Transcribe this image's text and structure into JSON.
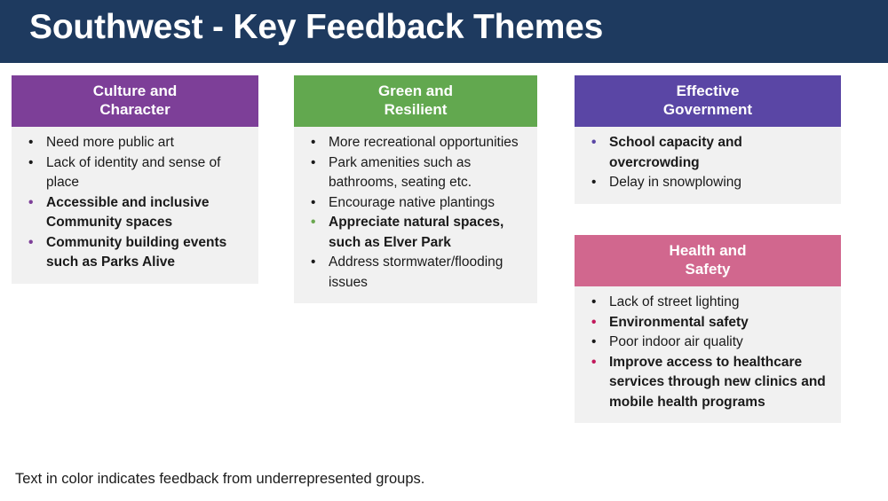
{
  "slide": {
    "title": "Southwest  - Key Feedback Themes",
    "footnote": "Text in color indicates feedback from underrepresented groups.",
    "colors": {
      "title_bar": "#1e3a5f",
      "card_body": "#f1f1f1",
      "culture": "#7d3f98",
      "green": "#62a84f",
      "government": "#5a46a5",
      "health": "#d1678e",
      "highlight_purple": "#7d3f98",
      "highlight_green": "#6aa84f",
      "highlight_indigo": "#5a46a5",
      "highlight_pink": "#c2185b"
    },
    "bullet_glyph": "•"
  },
  "cards": [
    {
      "id": "culture",
      "title_line1": "Culture and",
      "title_line2": "Character",
      "bullets": [
        {
          "text": "Need more public art",
          "highlight": false
        },
        {
          "text": "Lack of identity and sense of place",
          "highlight": false
        },
        {
          "text": "Accessible and inclusive Community spaces",
          "highlight": true
        },
        {
          "text": "Community building events such as Parks Alive",
          "highlight": true
        }
      ]
    },
    {
      "id": "green",
      "title_line1": "Green and",
      "title_line2": "Resilient",
      "bullets": [
        {
          "text": "More recreational opportunities",
          "highlight": false
        },
        {
          "text": "Park amenities such as bathrooms, seating etc.",
          "highlight": false
        },
        {
          "text": "Encourage native plantings",
          "highlight": false
        },
        {
          "text": "Appreciate natural spaces, such as Elver Park",
          "highlight": true
        },
        {
          "text": "Address stormwater/flooding issues",
          "highlight": false
        }
      ]
    },
    {
      "id": "government",
      "title_line1": "Effective",
      "title_line2": "Government",
      "bullets": [
        {
          "text": "School capacity and overcrowding",
          "highlight": true
        },
        {
          "text": "Delay in snowplowing",
          "highlight": false
        }
      ]
    },
    {
      "id": "health",
      "title_line1": "Health and",
      "title_line2": "Safety",
      "bullets": [
        {
          "text": "Lack of street lighting",
          "highlight": false
        },
        {
          "text": "Environmental safety",
          "highlight": true
        },
        {
          "text": "Poor indoor air quality",
          "highlight": false
        },
        {
          "text": "Improve access to healthcare services through new clinics and mobile health programs",
          "highlight": true
        }
      ]
    }
  ]
}
